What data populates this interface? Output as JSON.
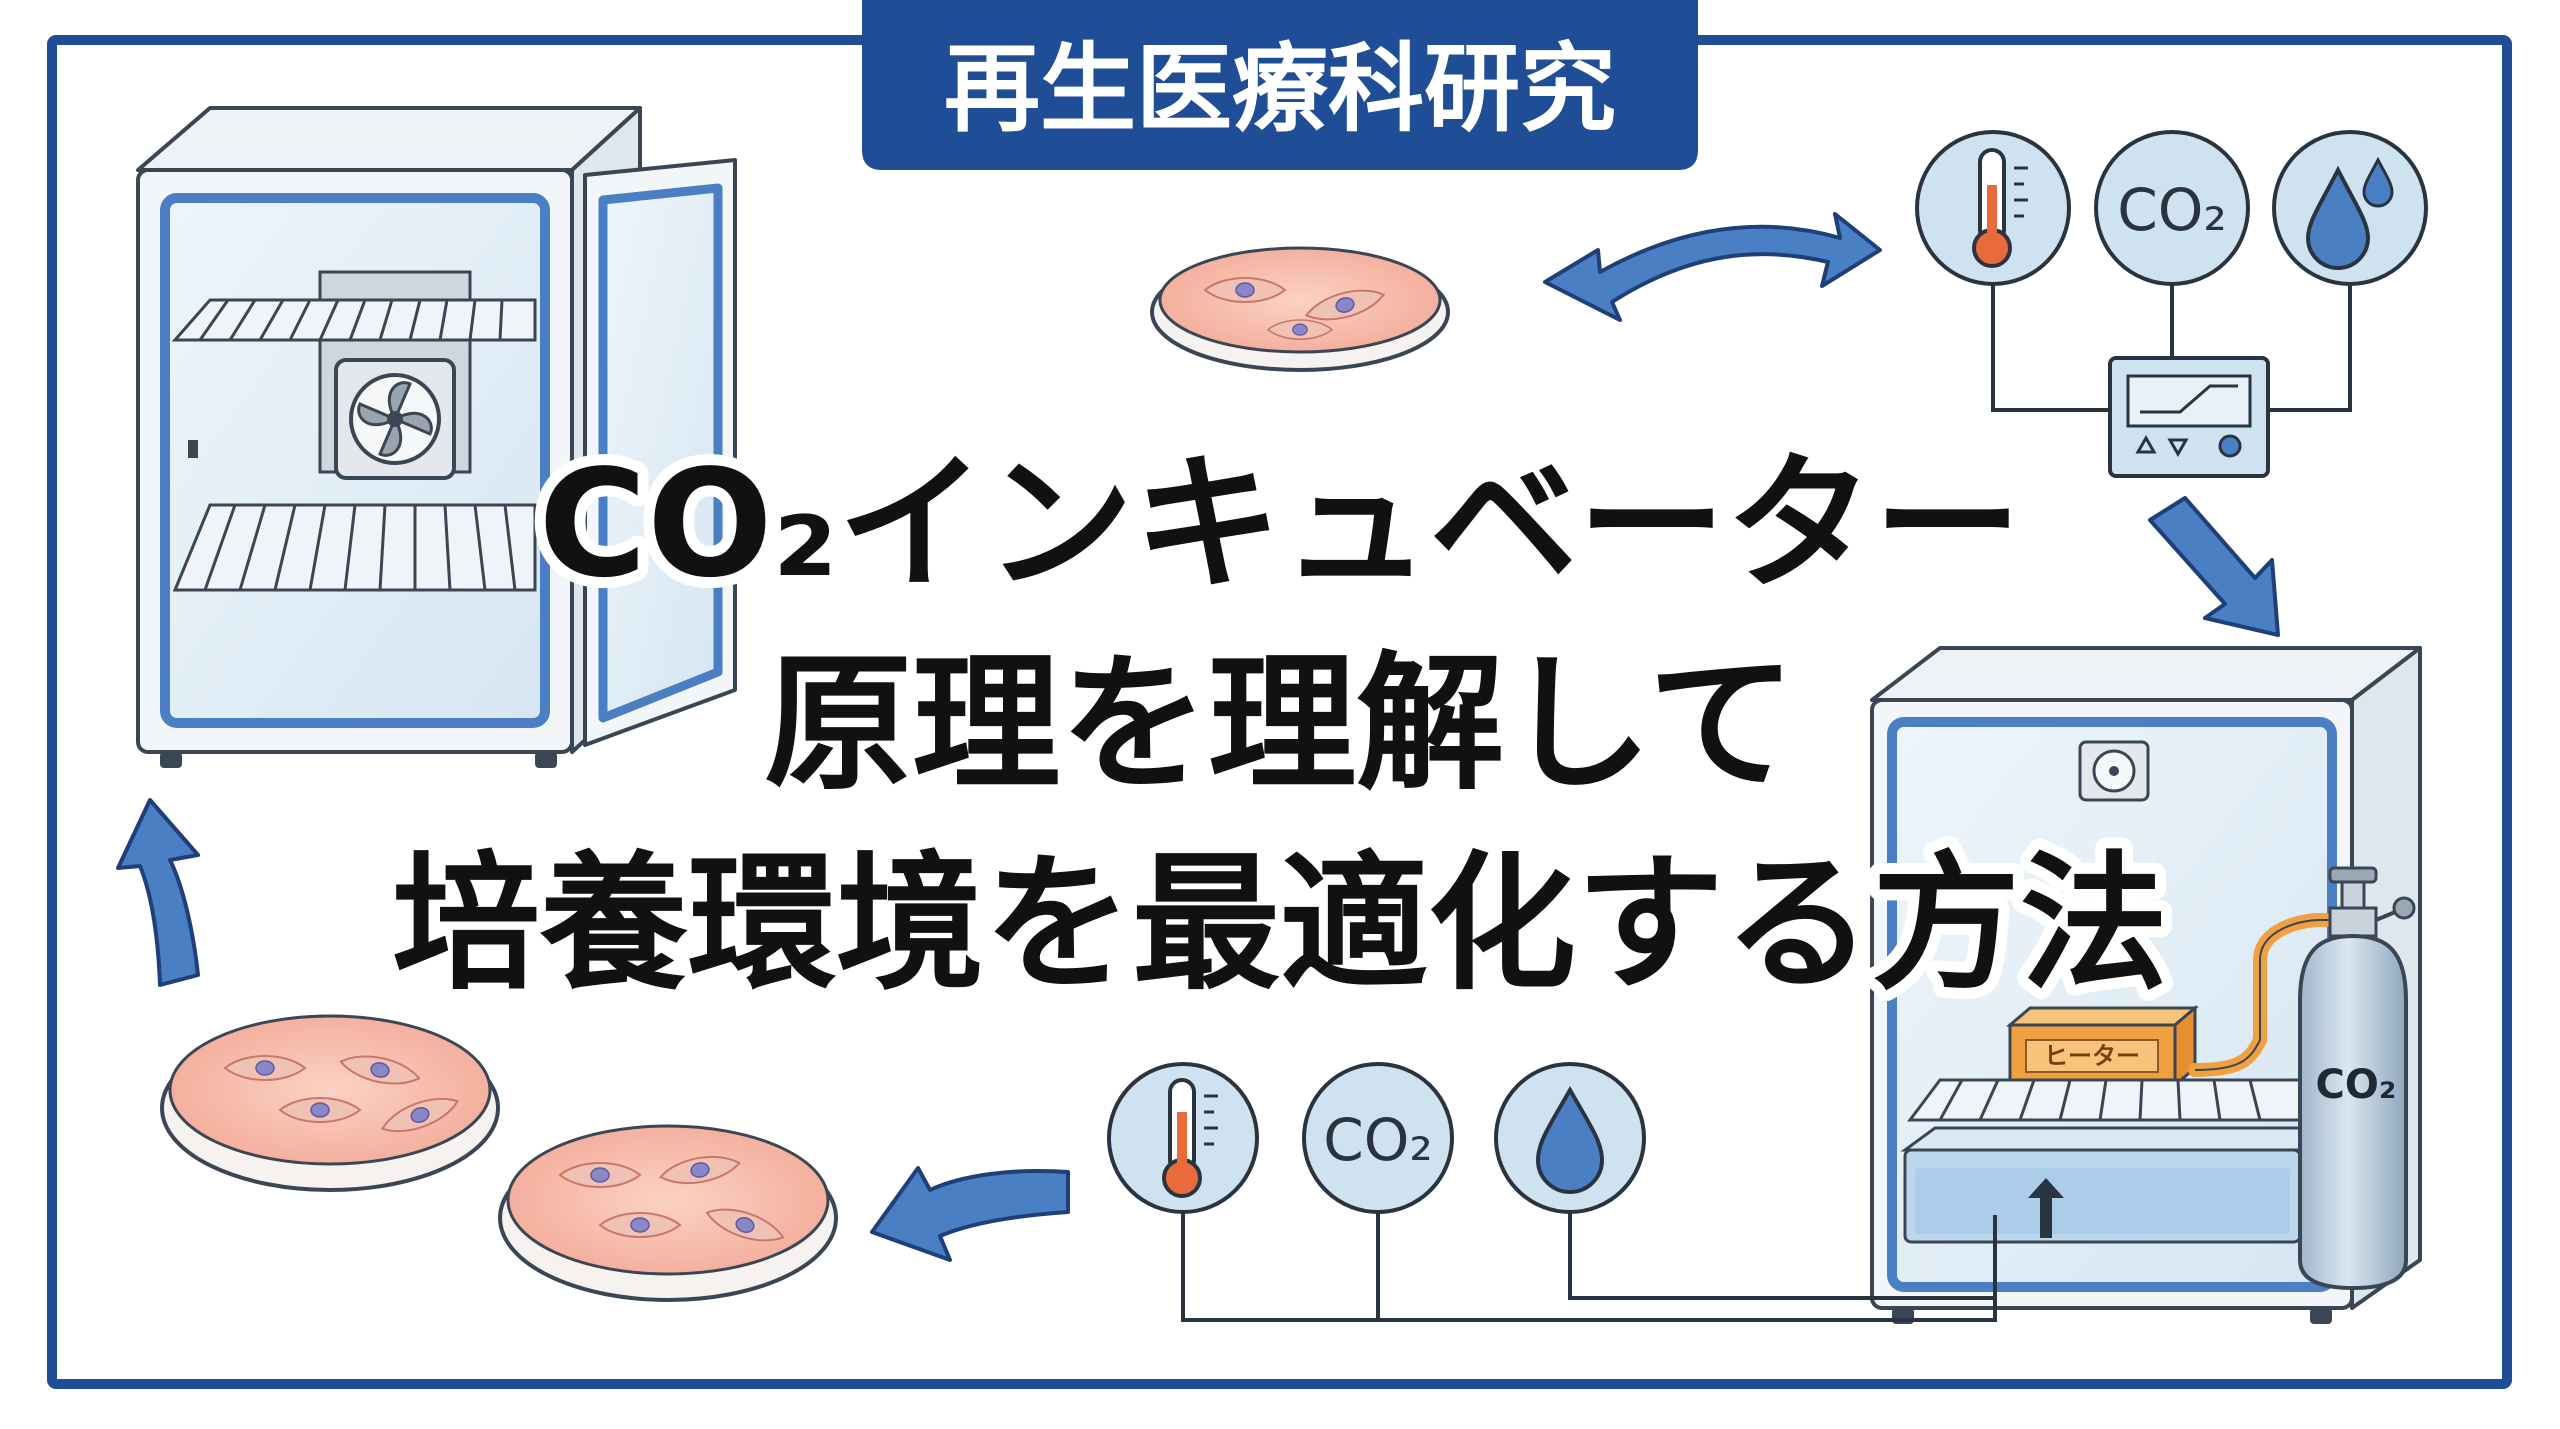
{
  "header": {
    "badge_text": "再生医療科研究"
  },
  "title": {
    "line1": "CO₂インキュベーター",
    "line2": "原理を理解して",
    "line3": "培養環境を最適化する方法"
  },
  "sensors": {
    "co2_label": "CO₂",
    "icons": [
      "thermometer-icon",
      "co2-icon",
      "water-drop-icon"
    ]
  },
  "incubator": {
    "heater_label": "ヒーター",
    "tank_label": "CO₂"
  },
  "colors": {
    "frame_blue": "#1f4e96",
    "accent_blue": "#4a7fc4",
    "light_blue": "#cfe2f0",
    "heater_orange": "#f0a040",
    "dish_pink": "#f6b9a8"
  }
}
